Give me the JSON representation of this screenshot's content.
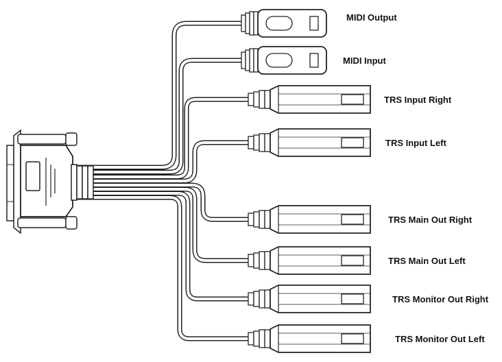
{
  "labels": {
    "midi_output": "MIDI Output",
    "midi_input": "MIDI Input",
    "trs_input_right": "TRS Input Right",
    "trs_input_left": "TRS Input Left",
    "trs_main_out_right": "TRS Main Out Right",
    "trs_main_out_left": "TRS Main Out Left",
    "trs_monitor_out_right": "TRS Monitor Out Right",
    "trs_monitor_out_left": "TRS Monitor Out Left"
  },
  "colors": {
    "line": "#222222",
    "cable_fill": "#ffffff",
    "background": "#ffffff"
  },
  "icons": {
    "main_connector": "db25-connector-icon",
    "midi_connector": "midi-din-connector-icon",
    "trs_connector": "trs-jack-connector-icon"
  }
}
